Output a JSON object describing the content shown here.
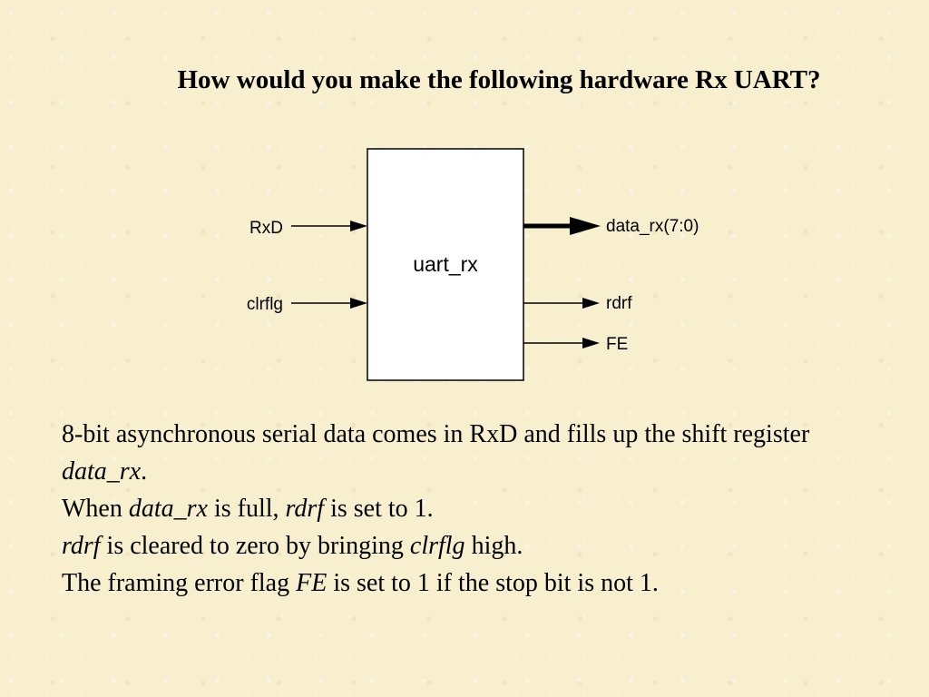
{
  "title": "How would you make the following hardware Rx UART?",
  "diagram": {
    "block_label": "uart_rx",
    "inputs": [
      "RxD",
      "clrflg"
    ],
    "outputs": [
      "data_rx(7:0)",
      "rdrf",
      "FE"
    ]
  },
  "description": {
    "line1_a": "8-bit asynchronous serial data comes in RxD and fills up the shift register ",
    "line1_var": "data_rx",
    "line1_b": ".",
    "line2_a": "When ",
    "line2_var1": "data_rx",
    "line2_b": " is full, ",
    "line2_var2": "rdrf",
    "line2_c": " is set to 1.",
    "line3_var1": "rdrf",
    "line3_a": " is cleared to zero by bringing ",
    "line3_var2": "clrflg",
    "line3_b": " high.",
    "line4_a": "The framing error flag ",
    "line4_var": "FE",
    "line4_b": " is set to 1 if the stop bit is not 1."
  }
}
